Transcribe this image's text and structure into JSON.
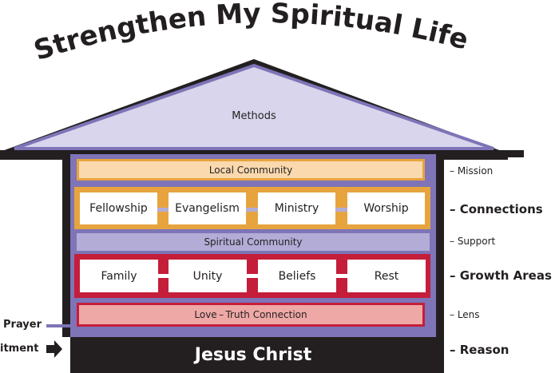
{
  "title": "Strengthen My Spiritual Life",
  "roof": {
    "label": "Methods"
  },
  "layers": {
    "local_community": "Local Community",
    "connections": [
      "Fellowship",
      "Evangelism",
      "Ministry",
      "Worship"
    ],
    "spiritual_community": "Spiritual Community",
    "growth_areas": [
      "Family",
      "Unity",
      "Beliefs",
      "Rest"
    ],
    "love_truth": "Love – Truth Connection",
    "foundation": "Jesus Christ"
  },
  "side_labels": {
    "mission": "– Mission",
    "connections": "– Connections",
    "support": "– Support",
    "growth_areas": "– Growth Areas",
    "lens": "– Lens",
    "reason": "– Reason"
  },
  "left_labels": {
    "prayer": "Prayer",
    "commitment": "itment"
  },
  "colors": {
    "roof_fill": "#d8d5ec",
    "house_outline": "#231f20",
    "purple": "#7e74b7",
    "light_purple": "#b3acd6",
    "orange": "#e7a43e",
    "light_orange": "#f9d9ad",
    "red": "#c41e3a",
    "light_red": "#eea8a6"
  }
}
